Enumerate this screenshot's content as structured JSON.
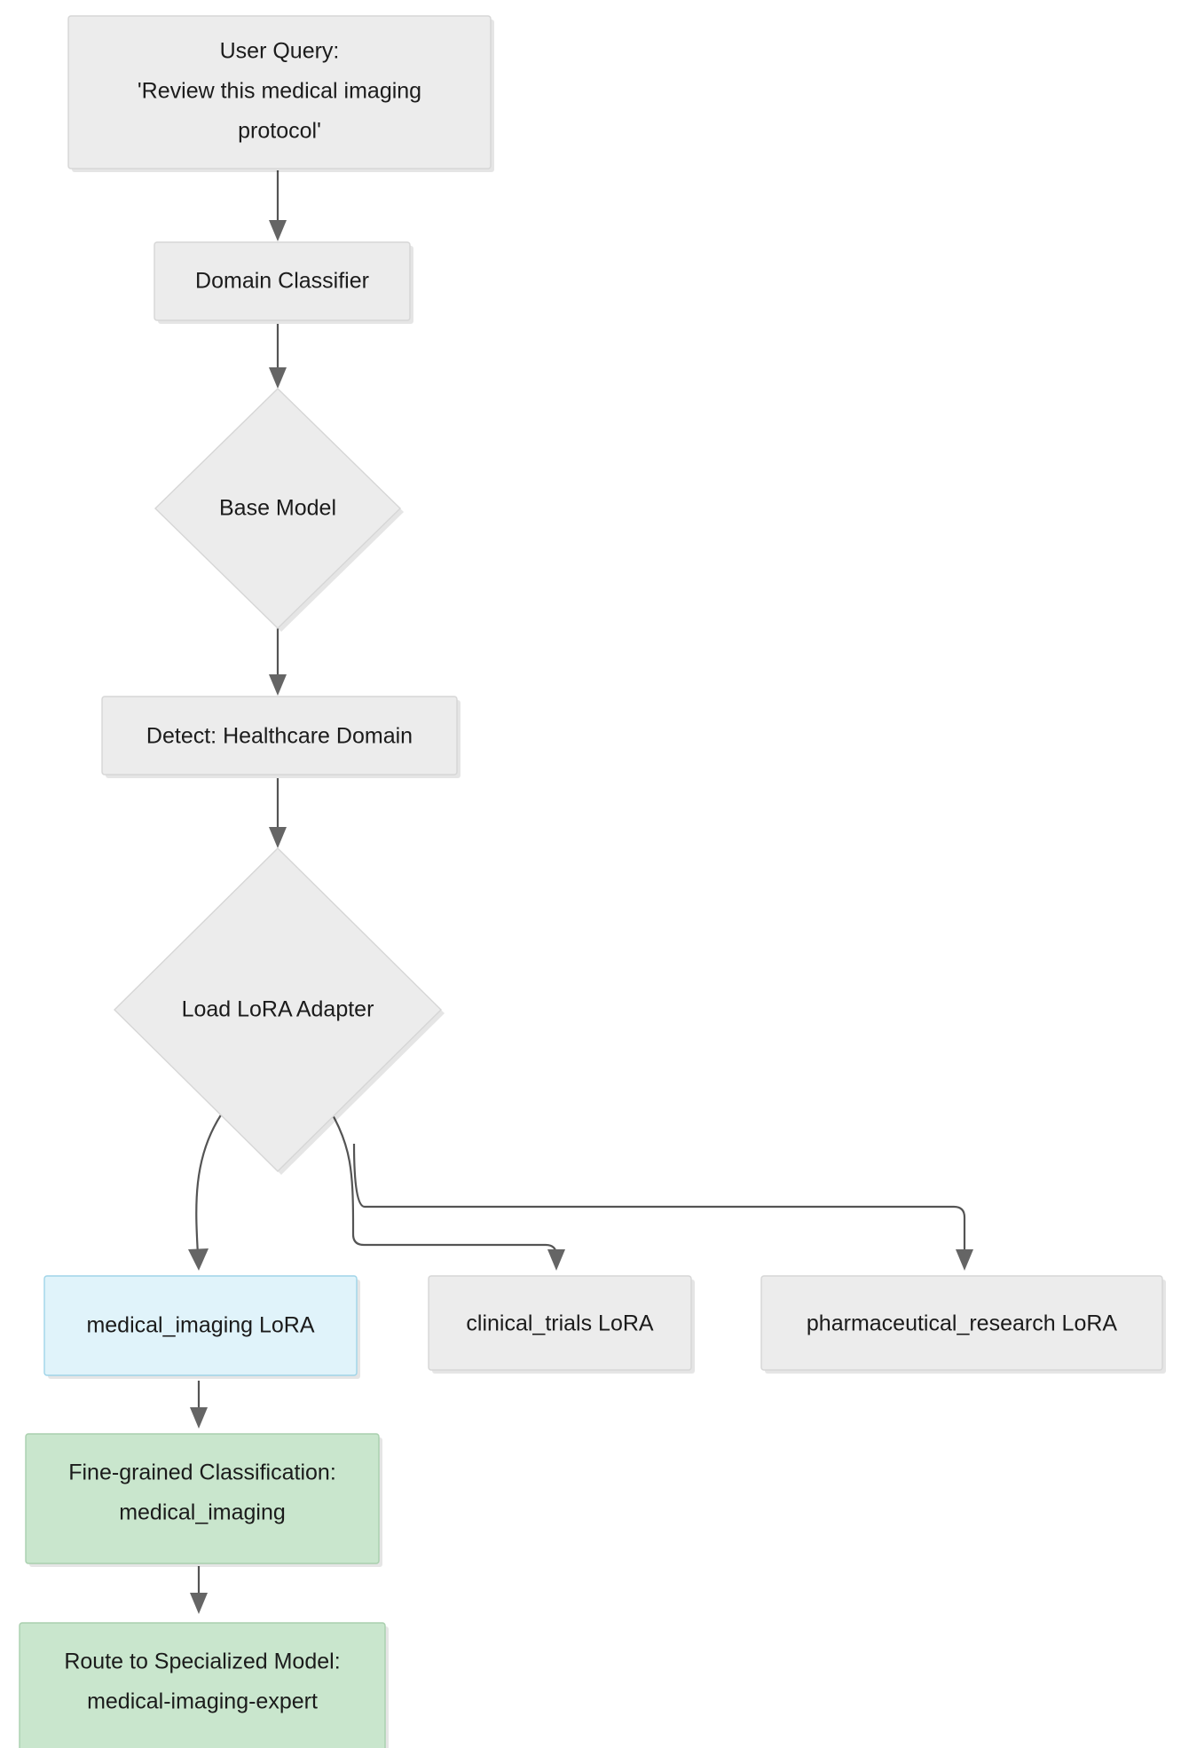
{
  "diagram": {
    "title": "LoRA Adapter Domain Routing Flowchart",
    "type": "flowchart",
    "direction": "top-down",
    "background": "#ffffff",
    "colors": {
      "node_default_fill": "#ececec",
      "node_default_stroke": "#d6d6d6",
      "node_blue_fill": "#e0f3fa",
      "node_blue_stroke": "#9fd4e8",
      "node_green_fill": "#c9e6cd",
      "node_green_stroke": "#a9cfae",
      "edge_stroke": "#545454",
      "arrowhead": "#656565",
      "text": "#1b1b1b"
    },
    "nodes": [
      {
        "id": "user_query",
        "shape": "rect",
        "style": "default",
        "lines": [
          "User Query:",
          "'Review this medical imaging",
          "protocol'"
        ]
      },
      {
        "id": "domain_classifier",
        "shape": "rect",
        "style": "default",
        "lines": [
          "Domain Classifier"
        ]
      },
      {
        "id": "base_model",
        "shape": "diamond",
        "style": "default",
        "lines": [
          "Base Model"
        ]
      },
      {
        "id": "detect_healthcare",
        "shape": "rect",
        "style": "default",
        "lines": [
          "Detect: Healthcare Domain"
        ]
      },
      {
        "id": "load_lora_adapter",
        "shape": "diamond",
        "style": "default",
        "lines": [
          "Load LoRA Adapter"
        ]
      },
      {
        "id": "medical_imaging_lora",
        "shape": "rect",
        "style": "blue",
        "lines": [
          "medical_imaging LoRA"
        ]
      },
      {
        "id": "clinical_trials_lora",
        "shape": "rect",
        "style": "default",
        "lines": [
          "clinical_trials LoRA"
        ]
      },
      {
        "id": "pharmaceutical_research_lora",
        "shape": "rect",
        "style": "default",
        "lines": [
          "pharmaceutical_research LoRA"
        ]
      },
      {
        "id": "fine_grained_classification",
        "shape": "rect",
        "style": "green",
        "lines": [
          "Fine-grained Classification:",
          "medical_imaging"
        ]
      },
      {
        "id": "route_to_specialized_model",
        "shape": "rect",
        "style": "green",
        "lines": [
          "Route to Specialized Model:",
          "medical-imaging-expert"
        ]
      }
    ],
    "edges": [
      {
        "from": "user_query",
        "to": "domain_classifier",
        "label": ""
      },
      {
        "from": "domain_classifier",
        "to": "base_model",
        "label": ""
      },
      {
        "from": "base_model",
        "to": "detect_healthcare",
        "label": ""
      },
      {
        "from": "detect_healthcare",
        "to": "load_lora_adapter",
        "label": ""
      },
      {
        "from": "load_lora_adapter",
        "to": "medical_imaging_lora",
        "label": ""
      },
      {
        "from": "load_lora_adapter",
        "to": "clinical_trials_lora",
        "label": ""
      },
      {
        "from": "load_lora_adapter",
        "to": "pharmaceutical_research_lora",
        "label": ""
      },
      {
        "from": "medical_imaging_lora",
        "to": "fine_grained_classification",
        "label": ""
      },
      {
        "from": "fine_grained_classification",
        "to": "route_to_specialized_model",
        "label": ""
      }
    ]
  }
}
